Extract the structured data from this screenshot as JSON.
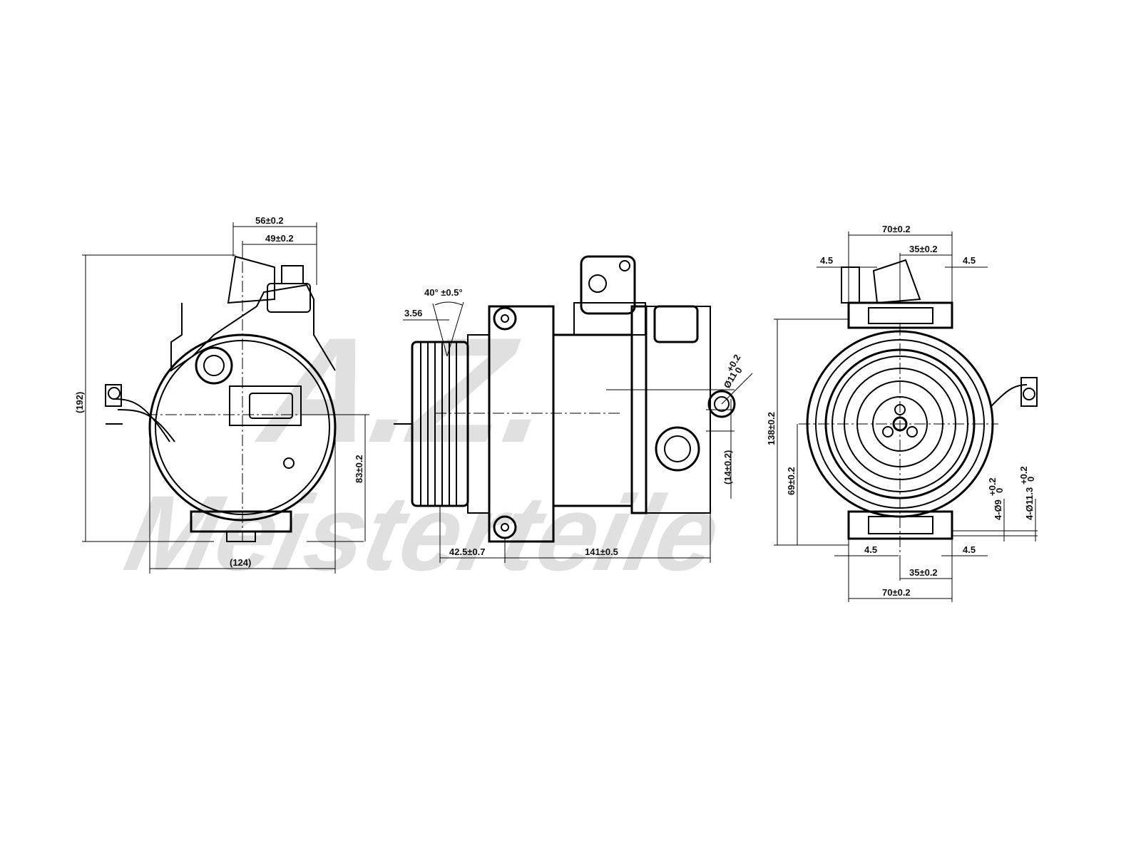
{
  "drawing": {
    "subject": "A/C compressor technical drawing",
    "watermark": {
      "line1": "A.Z.",
      "line2": "Meisterteile"
    },
    "views": {
      "left": {
        "name": "side-view-left",
        "dims": {
          "top_outer": "56±0.2",
          "top_inner": "49±0.2",
          "height_overall": "(192)",
          "height_center": "83±0.2",
          "width_overall": "(124)"
        }
      },
      "center": {
        "name": "front-view",
        "dims": {
          "groove_angle": "40° ±0.5°",
          "groove_pitch": "3.56",
          "pulley_offset": "42.5±0.7",
          "body_length": "141±0.5",
          "port_diameter": "Ø11",
          "port_tol_upper": "+0.2",
          "port_tol_lower": "0",
          "port_offset": "(14±0.2)"
        }
      },
      "right": {
        "name": "side-view-right",
        "dims": {
          "top_width": "70±0.2",
          "top_half": "35±0.2",
          "top_left_lug": "4.5",
          "top_right_lug": "4.5",
          "height_mount": "138±0.2",
          "height_half": "69±0.2",
          "hole_small": "4-Ø9",
          "hole_small_tol_upper": "+0.2",
          "hole_small_tol_lower": "0",
          "hole_large": "4-Ø11.3",
          "hole_large_tol_upper": "+0.2",
          "hole_large_tol_lower": "0",
          "bottom_left_lug": "4.5",
          "bottom_right_lug": "4.5",
          "bottom_half": "35±0.2",
          "bottom_width": "70±0.2"
        }
      }
    }
  }
}
